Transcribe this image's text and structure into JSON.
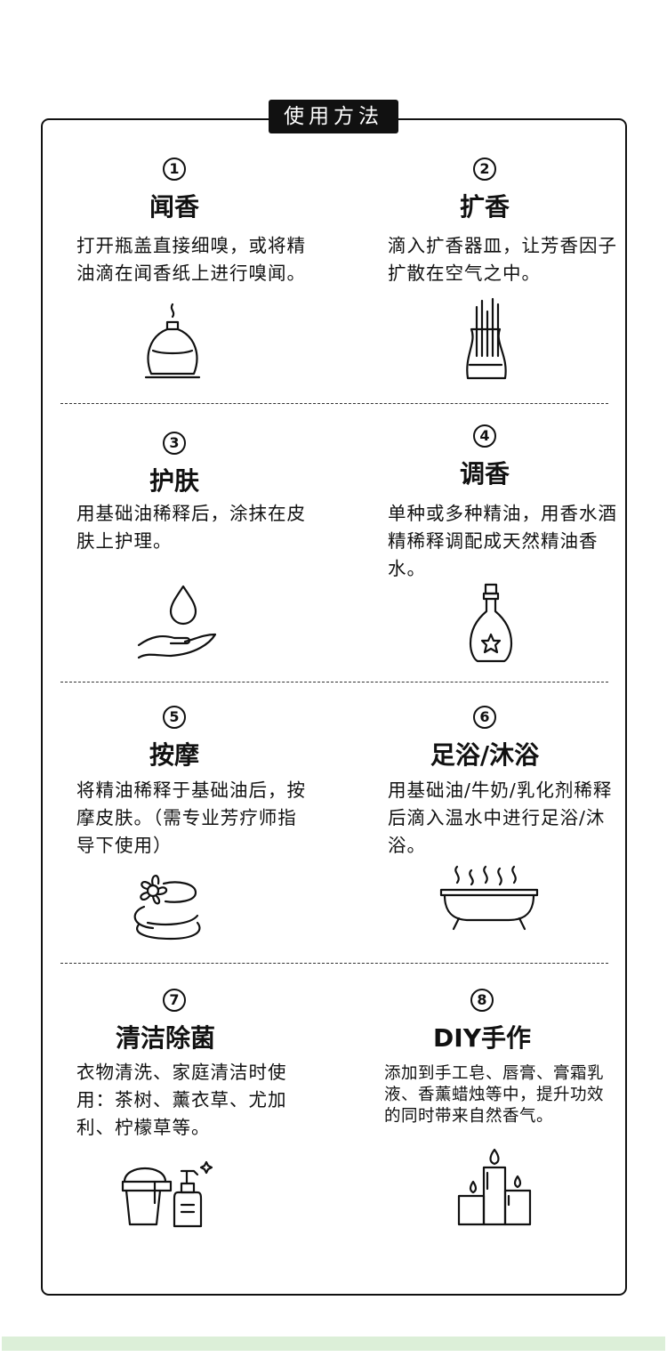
{
  "header": {
    "title": "使用方法"
  },
  "items": [
    {
      "num": "1",
      "title": "闻香",
      "desc": "打开瓶盖直接细嗅，或将精油滴在闻香纸上进行嗅闻。",
      "icon": "oil-burner-icon"
    },
    {
      "num": "2",
      "title": "扩香",
      "desc": "滴入扩香器皿，让芳香因子扩散在空气之中。",
      "icon": "reed-diffuser-icon"
    },
    {
      "num": "3",
      "title": "护肤",
      "desc": "用基础油稀释后，涂抹在皮肤上护理。",
      "icon": "hand-drop-icon"
    },
    {
      "num": "4",
      "title": "调香",
      "desc": "单种或多种精油，用香水酒精稀释调配成天然精油香水。",
      "icon": "perfume-bottle-icon"
    },
    {
      "num": "5",
      "title": "按摩",
      "desc": "将精油稀释于基础油后，按摩皮肤。（需专业芳疗师指导下使用）",
      "icon": "spa-stones-icon"
    },
    {
      "num": "6",
      "title": "足浴/沐浴",
      "desc": "用基础油/牛奶/乳化剂稀释后滴入温水中进行足浴/沐浴。",
      "icon": "bathtub-icon"
    },
    {
      "num": "7",
      "title": "清洁除菌",
      "desc": "衣物清洗、家庭清洁时使用：茶树、薰衣草、尤加利、柠檬草等。",
      "icon": "bucket-spray-icon"
    },
    {
      "num": "8",
      "title": "DIY手作",
      "desc": "添加到手工皂、唇膏、膏霜乳液、香薰蜡烛等中，提升功效的同时带来自然香气。",
      "icon": "candles-icon"
    }
  ]
}
